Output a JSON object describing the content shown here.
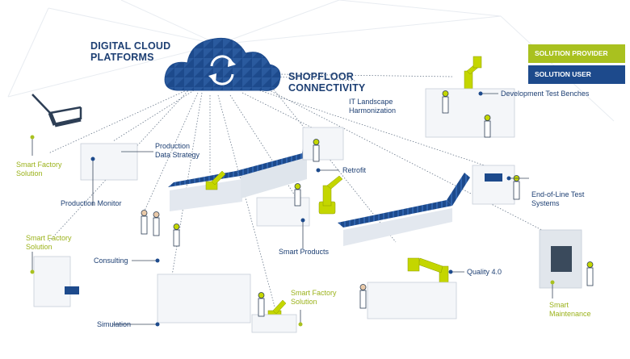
{
  "headings": {
    "cloud_line1": "DIGITAL CLOUD",
    "cloud_line2": "PLATFORMS",
    "shopfloor_line1": "SHOPFLOOR",
    "shopfloor_line2": "CONNECTIVITY"
  },
  "legend": {
    "provider": "SOLUTION PROVIDER",
    "user": "SOLUTION USER",
    "provider_color": "#a9c11f",
    "user_color": "#1d4a8c"
  },
  "labels": {
    "it_landscape_1": "IT Landscape",
    "it_landscape_2": "Harmonization",
    "dev_test_benches": "Development Test Benches",
    "production_data_1": "Production",
    "production_data_2": "Data Strategy",
    "smart_factory_a_1": "Smart Factory",
    "smart_factory_a_2": "Solution",
    "production_monitor": "Production Monitor",
    "retrofit": "Retrofit",
    "end_of_line_1": "End-of-Line Test",
    "end_of_line_2": "Systems",
    "smart_factory_b_1": "Smart Factory",
    "smart_factory_b_2": "Solution",
    "smart_products": "Smart Products",
    "consulting": "Consulting",
    "quality": "Quality 4.0",
    "smart_factory_c_1": "Smart Factory",
    "smart_factory_c_2": "Solution",
    "simulation": "Simulation",
    "smart_maint_1": "Smart",
    "smart_maint_2": "Maintenance"
  }
}
